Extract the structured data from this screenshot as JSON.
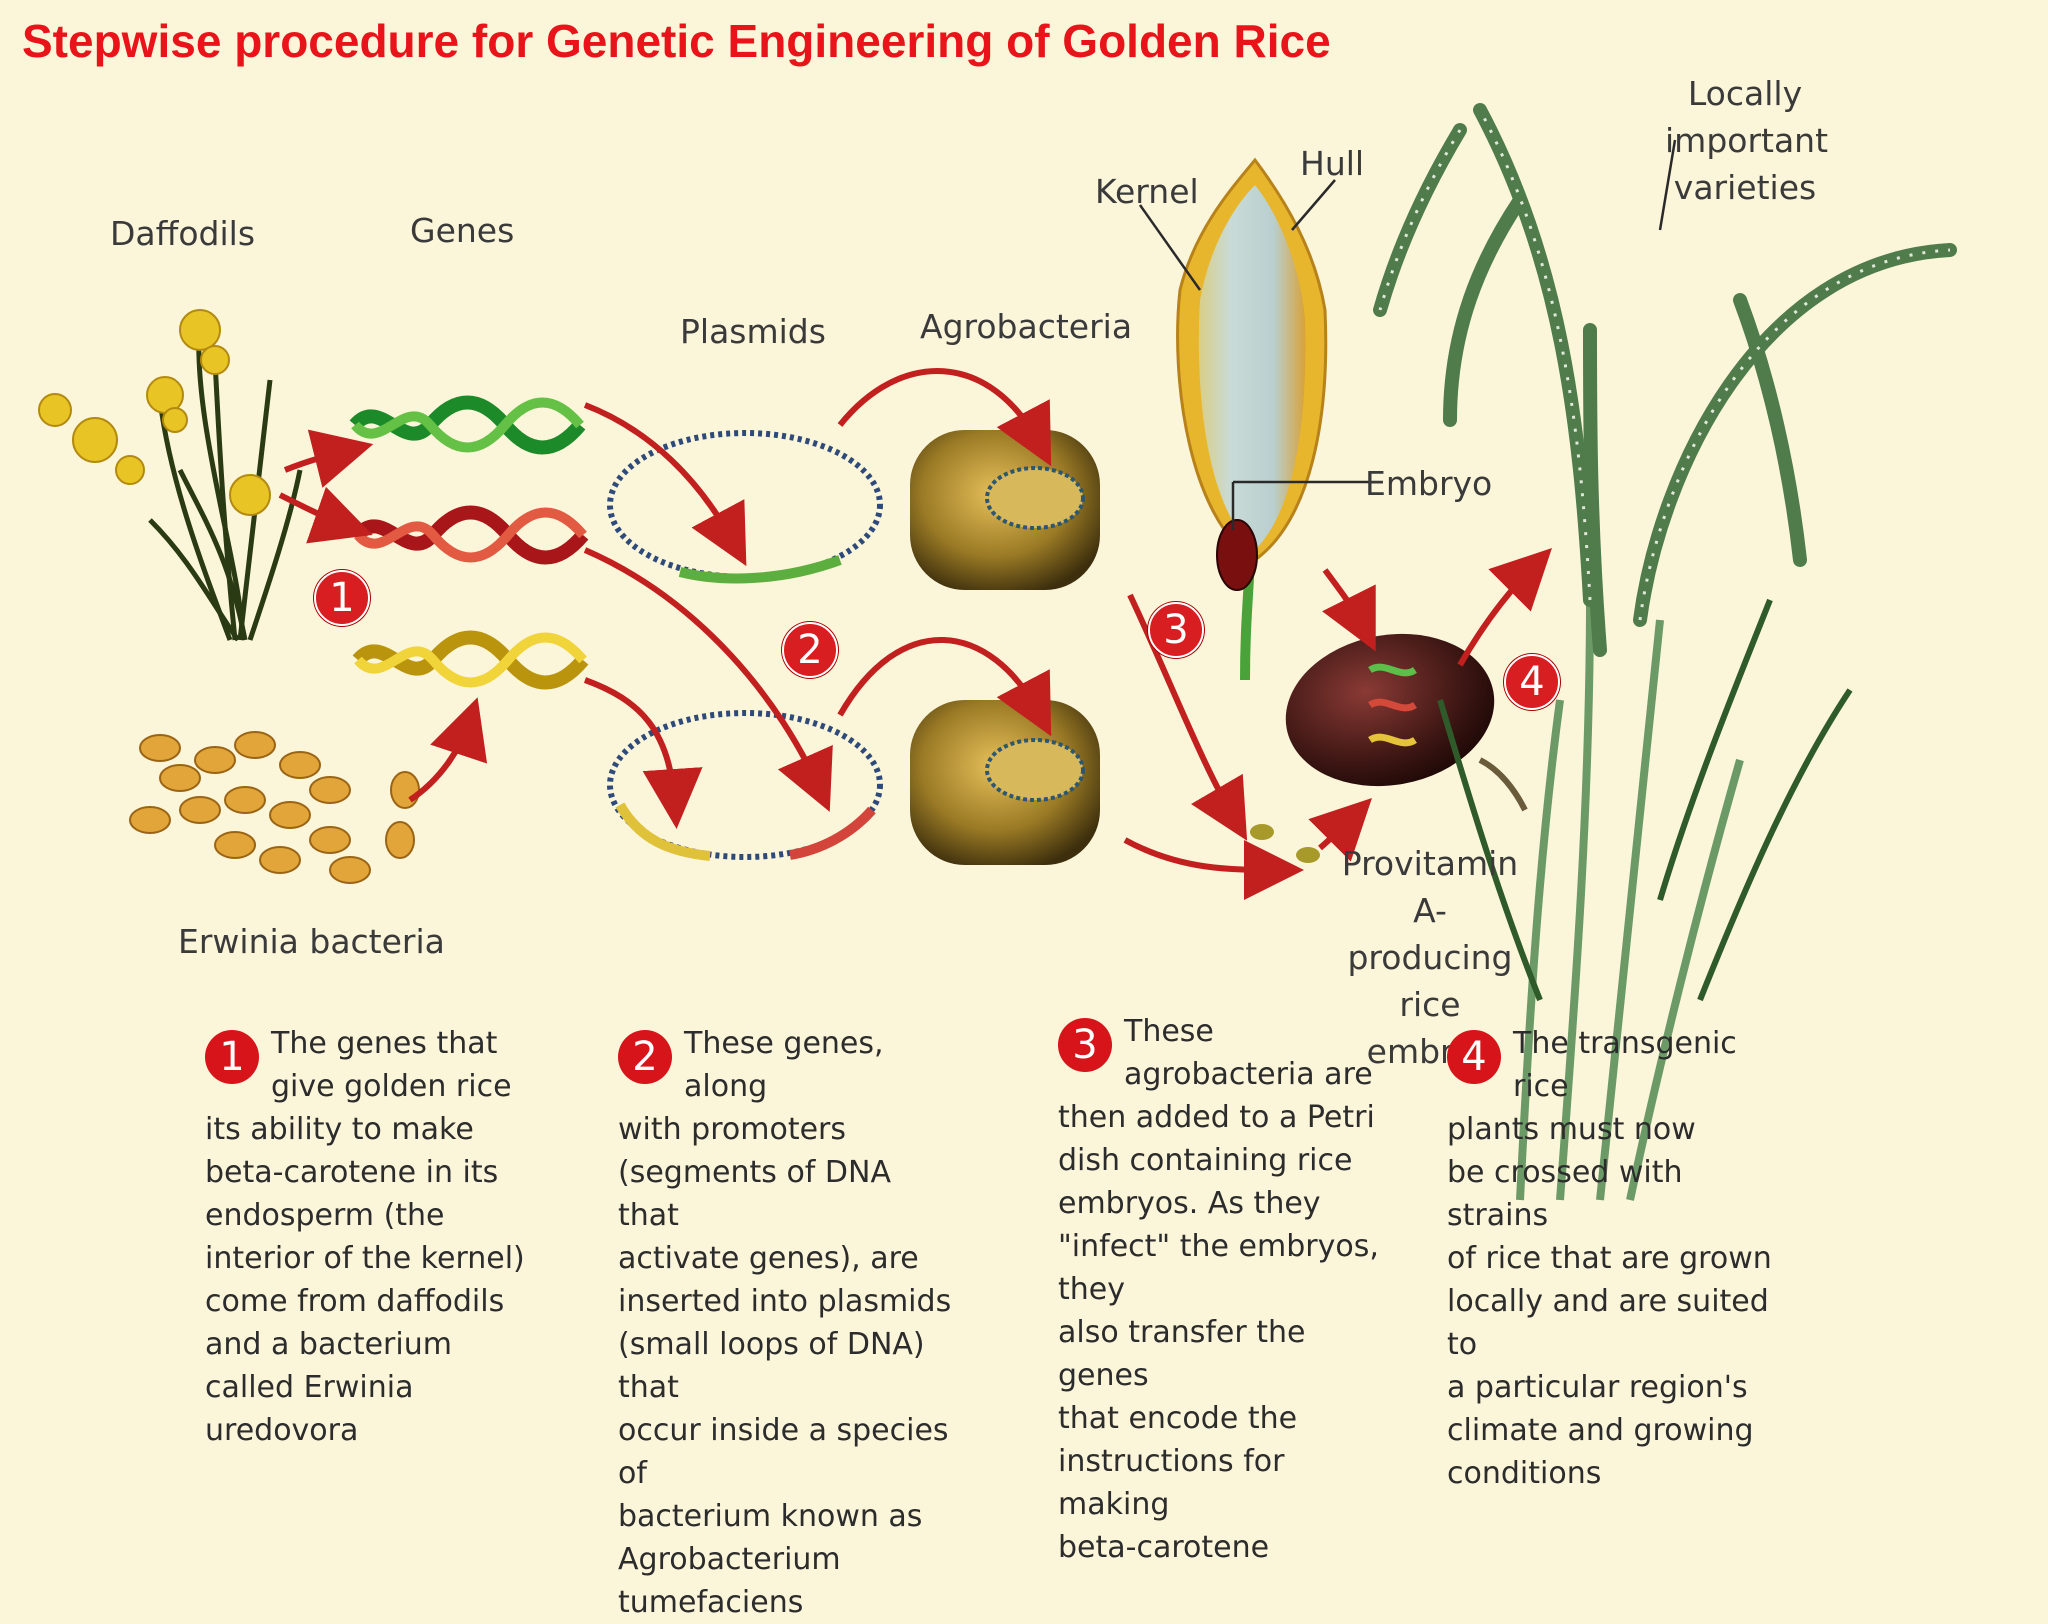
{
  "title": "Stepwise procedure for Genetic Engineering of Golden Rice",
  "labels": {
    "daffodils": "Daffodils",
    "genes": "Genes",
    "plasmids": "Plasmids",
    "agrobacteria": "Agrobacteria",
    "kernel": "Kernel",
    "hull": "Hull",
    "embryo": "Embryo",
    "varieties": "Locally\nimportant\nvarieties",
    "erwinia": "Erwinia bacteria",
    "provitamin": "Provitamin A-\nproducing rice\nembryo"
  },
  "markers": [
    "1",
    "2",
    "3",
    "4"
  ],
  "steps": [
    {
      "num": "1",
      "text": "The genes that\ngive golden rice\nits ability to make\nbeta-carotene in its\nendosperm (the\ninterior of the kernel)\ncome from daffodils\nand a bacterium\ncalled Erwinia\nuredovora"
    },
    {
      "num": "2",
      "text": "These genes, along\nwith promoters\n(segments of DNA that\nactivate genes), are\ninserted into plasmids\n(small loops of DNA) that\noccur inside a species of\nbacterium known as\nAgrobacterium\ntumefaciens"
    },
    {
      "num": "3",
      "text": "These\nagrobacteria are\nthen added to a Petri\ndish containing rice\nembryos. As they\n\"infect\" the embryos, they\nalso transfer the genes\nthat encode the\ninstructions for making\nbeta-carotene"
    },
    {
      "num": "4",
      "text": "The transgenic rice\nplants must now\nbe crossed with strains\nof rice that are grown\nlocally and are suited to\na particular region's\nclimate and growing\nconditions"
    }
  ],
  "colors": {
    "title": "#e8141a",
    "arrow": "#c21f1f",
    "background": "#fbf5da"
  }
}
